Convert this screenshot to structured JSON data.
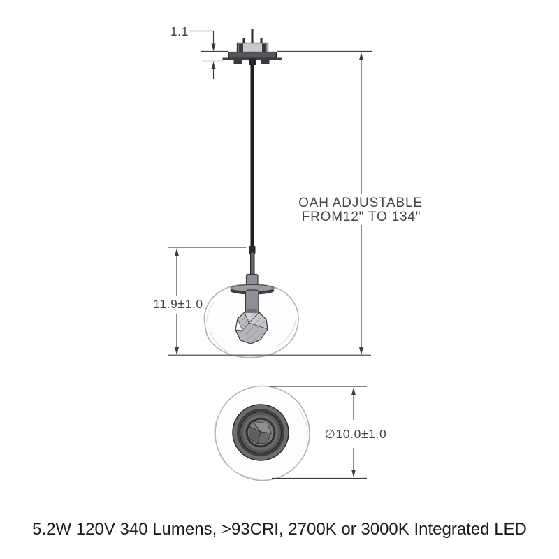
{
  "page": {
    "background": "#ffffff"
  },
  "drawing": {
    "title": "pendant-light-dimension-drawing",
    "annotations": {
      "canopy_height": "1.1",
      "oah_line1": "OAH ADJUSTABLE",
      "oah_line2": "FROM12\" TO 134\"",
      "pendant_height": "11.9±1.0",
      "globe_diameter": "∅10.0±1.0"
    },
    "caption": "5.2W 120V 340 Lumens, >93CRI, 2700K or 3000K Integrated LED",
    "colors": {
      "dimension_line": "#3d3d3d",
      "dimension_text": "#454545",
      "cord": "#1e1e1e",
      "canopy_plate": "#55555b",
      "junction_box": "#c9c9c9",
      "hardware_gray": "#8e8e97",
      "glass_outline": "#b2b2b2",
      "ground_line": "#6e6e6e",
      "caption_text": "#1b1b1b"
    }
  }
}
